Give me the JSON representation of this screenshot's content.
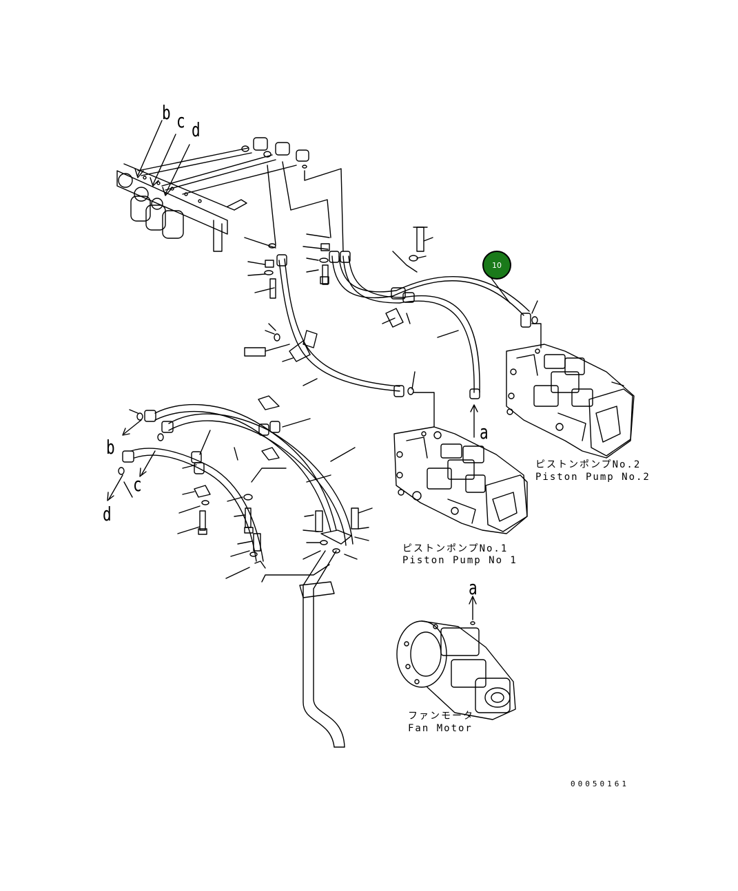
{
  "diagram": {
    "part_number": "00050161",
    "callout": {
      "number": "10",
      "color": "#1a7a1a"
    },
    "view_letters": {
      "b_top": "b",
      "c_top": "c",
      "d_top": "d",
      "a_pump1": "a",
      "b_left": "b",
      "c_left": "c",
      "d_left": "d",
      "a_fan": "a"
    },
    "components": {
      "pump2_jp": "ピストンポンプNo.2",
      "pump2_en": "Piston Pump No.2",
      "pump1_jp": "ピストンポンプNo.1",
      "pump1_en": "Piston Pump No 1",
      "fan_jp": "ファンモータ",
      "fan_en": "Fan Motor"
    }
  }
}
